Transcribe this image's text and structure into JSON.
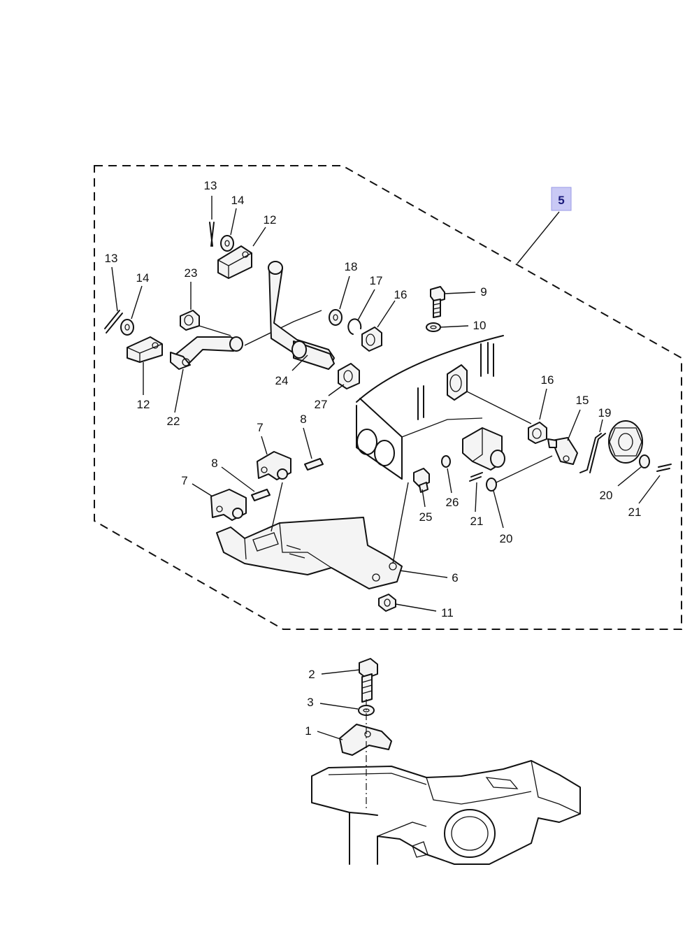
{
  "assembly_outline": {
    "group_label": "5",
    "highlight_color": "#c9c9f5"
  },
  "callouts": {
    "c13a": "13",
    "c14a": "14",
    "c12a": "12",
    "c13b": "13",
    "c14b": "14",
    "c23": "23",
    "c12b": "12",
    "c22": "22",
    "c24": "24",
    "c18": "18",
    "c17": "17",
    "c16a": "16",
    "c9": "9",
    "c10": "10",
    "c27": "27",
    "c16b": "16",
    "c15": "15",
    "c19": "19",
    "c7a": "7",
    "c8a": "8",
    "c8b": "8",
    "c7b": "7",
    "c25": "25",
    "c26": "26",
    "c21a": "21",
    "c20a": "20",
    "c20b": "20",
    "c21b": "21",
    "c6": "6",
    "c11": "11",
    "c2": "2",
    "c3": "3",
    "c1": "1"
  }
}
